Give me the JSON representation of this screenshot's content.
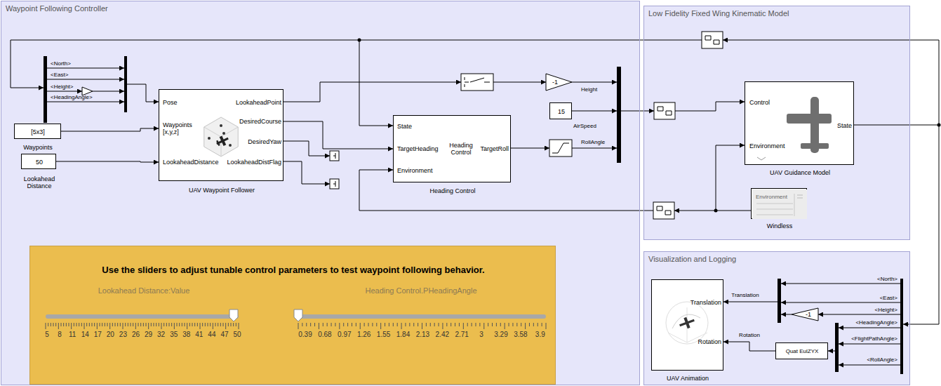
{
  "diagram": {
    "nodes": [
      {
        "text": [
          "Waypoint Following Controller"
        ]
      },
      {
        "text": [
          "[5x3]",
          "Waypoints"
        ],
        "in": 0
      },
      {
        "text": [
          "50",
          "Lookahead Distance"
        ],
        "in": 0
      },
      {
        "text": [
          "Pose",
          "Waypoints [x,y,z]",
          "LookaheadDistance",
          "LookaheadPoint",
          "DesiredCourse",
          "DesiredYaw",
          "LookaheadDistFlag",
          "UAV Waypoint Follower"
        ],
        "in": 0
      },
      {
        "text": [
          "State",
          "TargetHeading",
          "Environment",
          "Heading Control",
          "TargetRoll",
          "Heading Control"
        ],
        "in": 0
      },
      {
        "text": [
          "-1"
        ],
        "in": 0
      },
      {
        "text": [
          "15"
        ],
        "in": 0
      },
      {
        "text": [
          "Use the sliders to adjust tunable control parameters to test waypoint following behavior."
        ],
        "in": 0
      },
      {
        "text": [
          "Low Fidelity Fixed Wing Kinematic Model"
        ]
      },
      {
        "text": [
          "Control",
          "Environment",
          "State",
          "UAV Guidance Model"
        ],
        "in": 8
      },
      {
        "text": [
          "Environment",
          "Windless"
        ],
        "in": 8
      },
      {
        "text": [
          "Visualization and Logging"
        ]
      },
      {
        "text": [
          "Translation",
          "Rotation",
          "UAV Animation"
        ],
        "in": 11
      },
      {
        "text": [
          "Quat EulZYX"
        ],
        "in": 11
      },
      {
        "text": [
          "-1"
        ],
        "in": 11
      }
    ],
    "edges": [
      {
        "from": 1,
        "to": 3,
        "arrow": "to"
      },
      {
        "from": 2,
        "to": 3,
        "arrow": "to"
      },
      {
        "from": 3,
        "to": 4,
        "arrow": "to"
      },
      {
        "from": 13,
        "to": 12,
        "label": "Rotation",
        "arrow": "to"
      }
    ],
    "labels": [
      "<North>",
      "<East>",
      "<Height>",
      "<HeadingAngle>",
      "Height",
      "AirSpeed",
      "RollAngle",
      "Lookahead Distance:Value",
      "Heading Control.PHeadingAngle",
      "5",
      "8",
      "11",
      "14",
      "17",
      "20",
      "23",
      "26",
      "29",
      "32",
      "35",
      "38",
      "41",
      "44",
      "47",
      "50",
      "0.39",
      "0.68",
      "0.97",
      "1.26",
      "1.55",
      "1.84",
      "2.13",
      "2.42",
      "2.71",
      "3",
      "3.29",
      "3.58",
      "3.9",
      "<North>",
      "<East>",
      "<Height>",
      "<HeadingAngle>",
      "<FlightPathAngle>",
      "<RollAngle>",
      "Translation"
    ]
  }
}
